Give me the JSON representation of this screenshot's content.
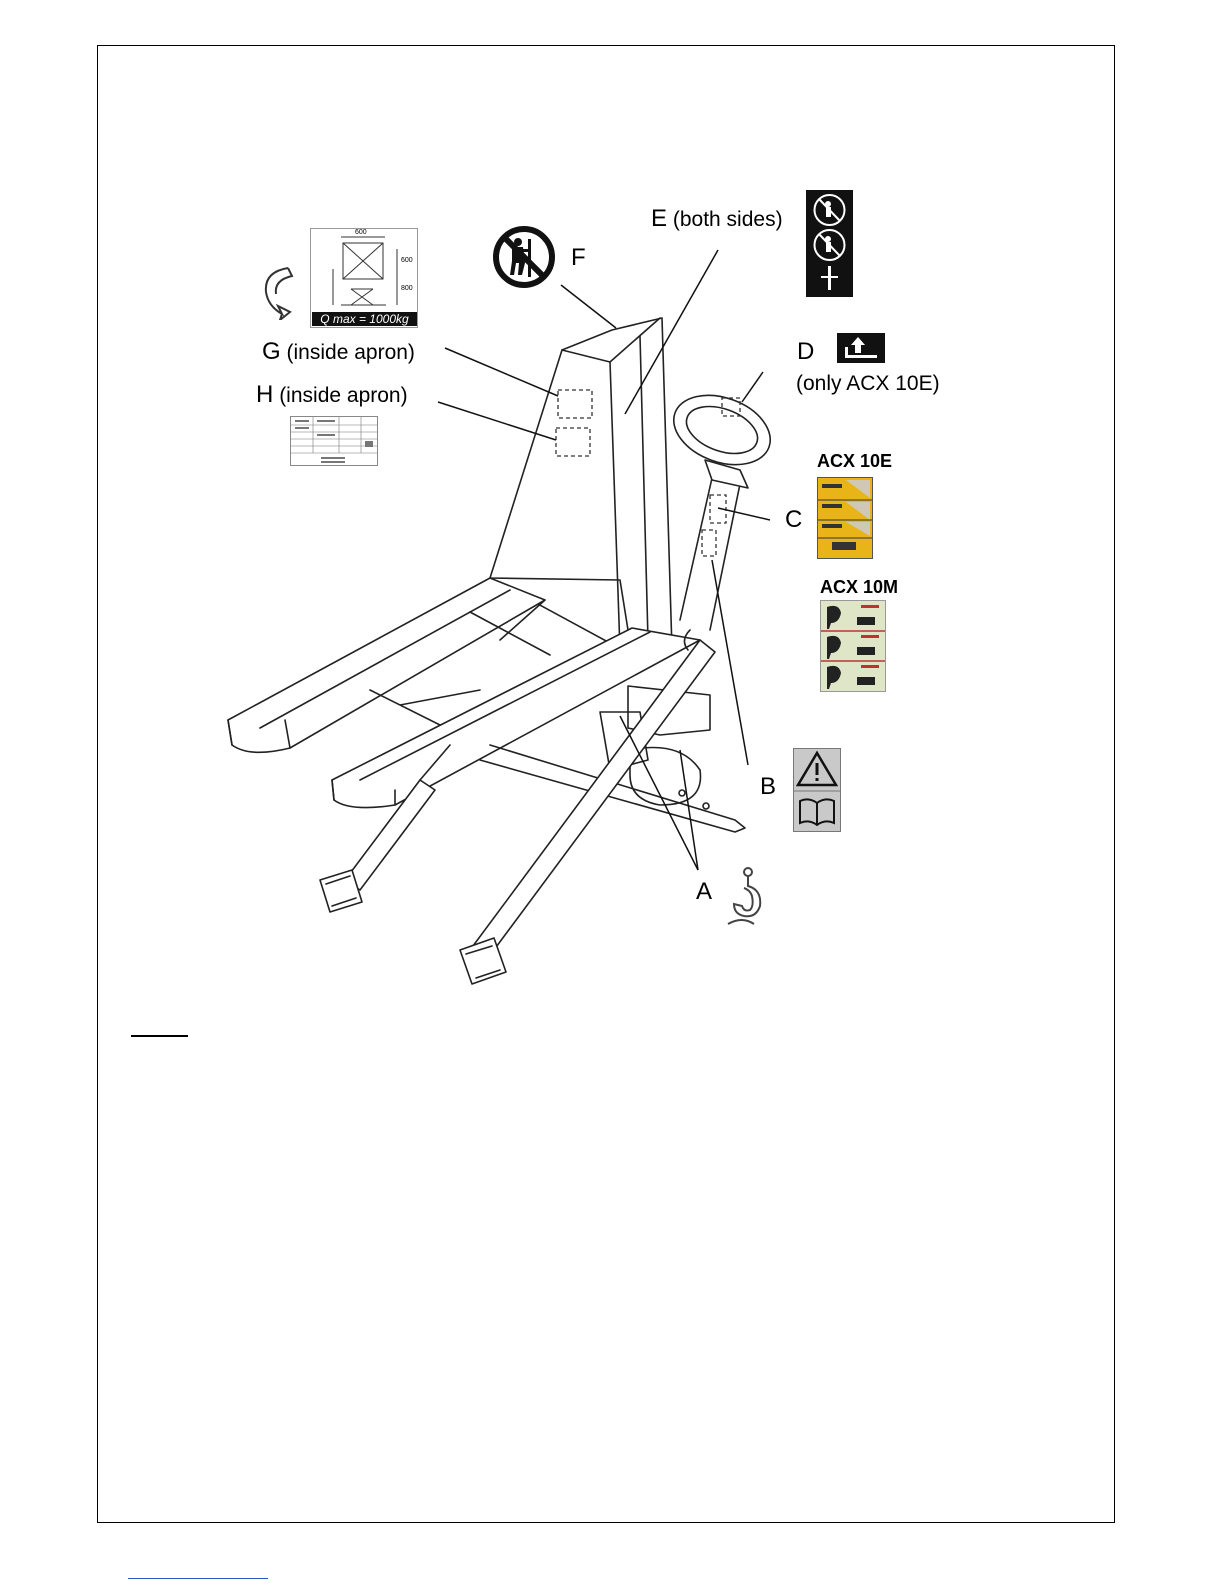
{
  "labels": {
    "e": {
      "letter": "E",
      "text": "(both sides)"
    },
    "f": {
      "letter": "F"
    },
    "d": {
      "letter": "D",
      "text": "(only ACX 10E)"
    },
    "g": {
      "letter": "G",
      "text": "(inside apron)"
    },
    "h": {
      "letter": "H",
      "text": "(inside apron)"
    },
    "c": {
      "letter": "C"
    },
    "b": {
      "letter": "B"
    },
    "a": {
      "letter": "A"
    }
  },
  "sticker_titles": {
    "acx10e": "ACX 10E",
    "acx10m": "ACX 10M"
  },
  "load_chart": {
    "qmax": "Q max = 1000kg",
    "dim_top": "600",
    "dim_side_1": "600",
    "dim_side_2": "800"
  },
  "colors": {
    "yellow_sticker": "#e8b418",
    "green_sticker": "#dfe6c8",
    "warning_grey": "#c9c9c9"
  },
  "icons": {
    "no_riding": "no-riding-icon",
    "lift": "lift-arrow-icon",
    "warning": "warning-triangle-icon",
    "manual": "manual-book-icon",
    "hook": "lifting-hook-icon",
    "rotate": "rotate-arrow-icon"
  }
}
